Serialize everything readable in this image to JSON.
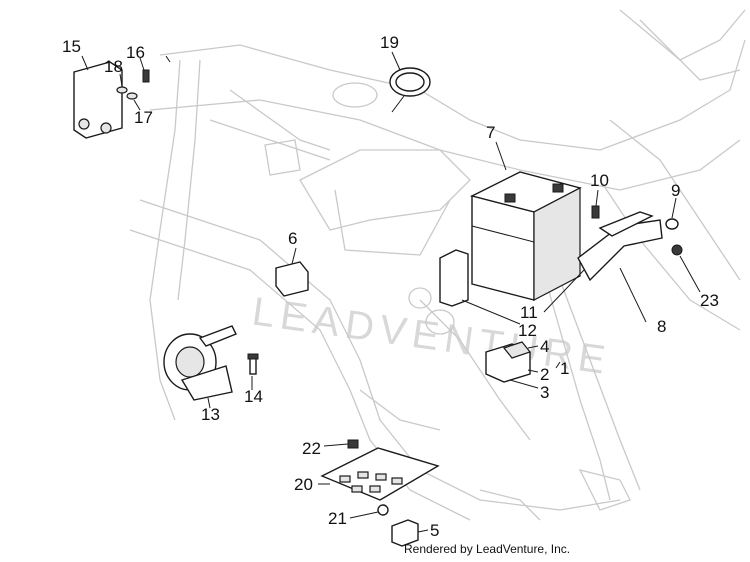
{
  "callouts": {
    "c1": "1",
    "c2": "2",
    "c3": "3",
    "c4": "4",
    "c5": "5",
    "c6": "6",
    "c7": "7",
    "c8": "8",
    "c9": "9",
    "c10": "10",
    "c11": "11",
    "c12": "12",
    "c13": "13",
    "c14": "14",
    "c15": "15",
    "c16": "16",
    "c17": "17",
    "c18": "18",
    "c19": "19",
    "c20": "20",
    "c21": "21",
    "c22": "22",
    "c23": "23"
  },
  "watermark": "LEADVENTURE",
  "credit": "Rendered by LeadVenture, Inc."
}
